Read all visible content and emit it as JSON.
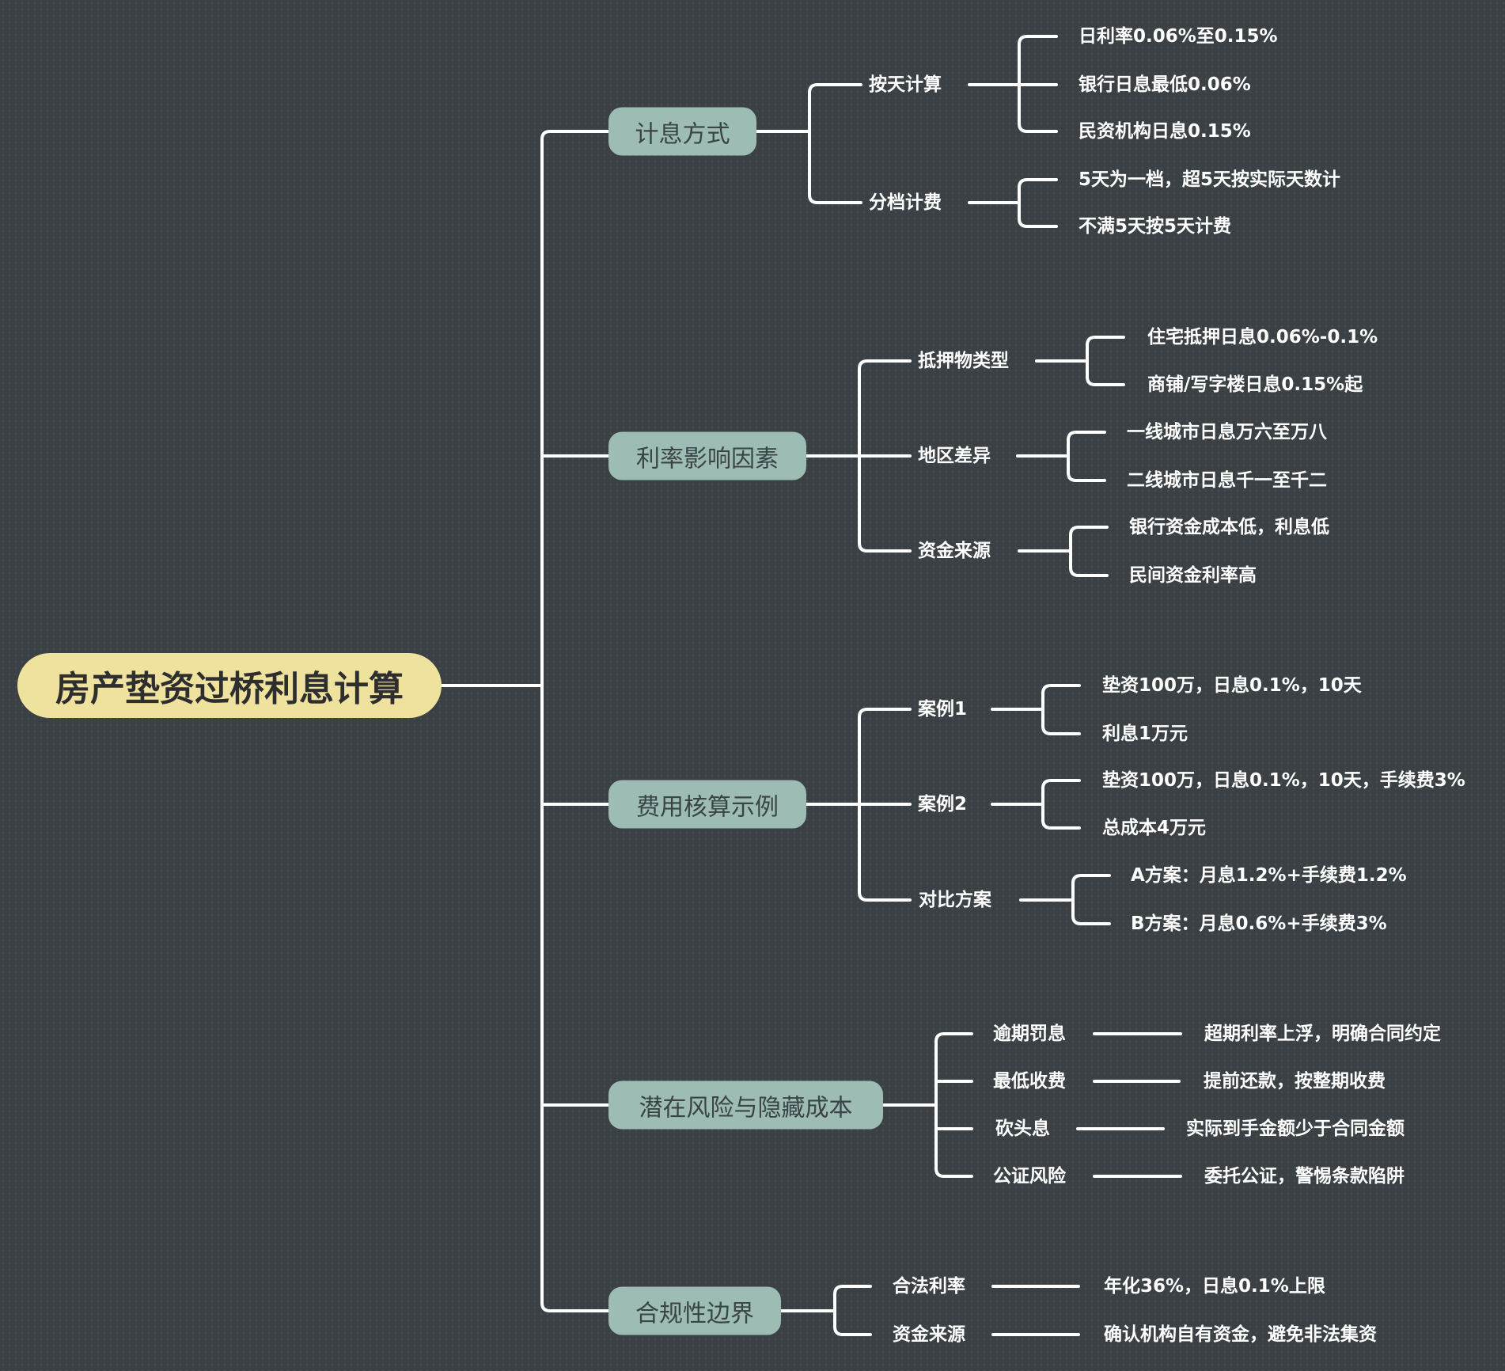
{
  "colors": {
    "background": "#3a4043",
    "topic": "#9dbdb4",
    "root": "#efe29e",
    "line": "#ffffff"
  },
  "root": "房产垫资过桥利息计算",
  "branches": [
    {
      "label": "计息方式",
      "children": [
        {
          "label": "按天计算",
          "leaves": [
            "日利率0.06%至0.15%",
            "银行日息最低0.06%",
            "民资机构日息0.15%"
          ]
        },
        {
          "label": "分档计费",
          "leaves": [
            "5天为一档，超5天按实际天数计",
            "不满5天按5天计费"
          ]
        }
      ]
    },
    {
      "label": "利率影响因素",
      "children": [
        {
          "label": "抵押物类型",
          "leaves": [
            "住宅抵押日息0.06%-0.1%",
            "商铺/写字楼日息0.15%起"
          ]
        },
        {
          "label": "地区差异",
          "leaves": [
            "一线城市日息万六至万八",
            "二线城市日息千一至千二"
          ]
        },
        {
          "label": "资金来源",
          "leaves": [
            "银行资金成本低，利息低",
            "民间资金利率高"
          ]
        }
      ]
    },
    {
      "label": "费用核算示例",
      "children": [
        {
          "label": "案例1",
          "leaves": [
            "垫资100万，日息0.1%，10天",
            "利息1万元"
          ]
        },
        {
          "label": "案例2",
          "leaves": [
            "垫资100万，日息0.1%，10天，手续费3%",
            "总成本4万元"
          ]
        },
        {
          "label": "对比方案",
          "leaves": [
            "A方案：月息1.2%+手续费1.2%",
            "B方案：月息0.6%+手续费3%"
          ]
        }
      ]
    },
    {
      "label": "潜在风险与隐藏成本",
      "children": [
        {
          "label": "逾期罚息",
          "leaves": [
            "超期利率上浮，明确合同约定"
          ]
        },
        {
          "label": "最低收费",
          "leaves": [
            "提前还款，按整期收费"
          ]
        },
        {
          "label": "砍头息",
          "leaves": [
            "实际到手金额少于合同金额"
          ]
        },
        {
          "label": "公证风险",
          "leaves": [
            "委托公证，警惕条款陷阱"
          ]
        }
      ]
    },
    {
      "label": "合规性边界",
      "children": [
        {
          "label": "合法利率",
          "leaves": [
            "年化36%，日息0.1%上限"
          ]
        },
        {
          "label": "资金来源",
          "leaves": [
            "确认机构自有资金，避免非法集资"
          ]
        }
      ]
    }
  ]
}
